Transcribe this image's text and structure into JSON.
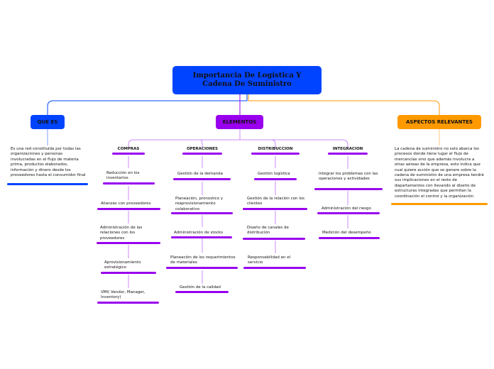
{
  "root": {
    "title": "Importancia De Logística  Y Cadena De Suministro"
  },
  "topics": {
    "que_es": "QUE ES",
    "elementos": "ELEMENTOS",
    "aspectos": "ASPECTOS RELEVANTES"
  },
  "que_es_text": "Es una red constituida por todas las organizaciones y personas involucradas en el flujo de materia prima, productos elaborados, información y dinero desde los proveedores hasta el consumidor final",
  "aspectos_text": "La cadena de suministro no solo abarca los procesos donde tiene lugar el flujo de mercancías sino que además involucra a otras aéreas de la empresa, esto indica que cual quiere acción que se genere sobre la cadena de suministro de una empresa tendrá sus implicaciones en el resto de departamentos con llevando al diseño de estructuras integradas que permitan la coordinación el control y la organización",
  "elementos": {
    "compras": {
      "label": "COMPRAS",
      "items": [
        "Reducción en los inventarios",
        "Alianzas con proveedores",
        "Administración de las relaciones con los proveedores",
        "Aprovisionamiento estratégico",
        "VMI( Vendor, Manager, Inventory)"
      ]
    },
    "operaciones": {
      "label": "OPERACIONES",
      "items": [
        "Gestión de la demanda",
        "Planeación, pronostico y reaprovisionamiento colaborativo",
        "Administración de stocks",
        "Planeación de los requerimientos de materiales",
        "Gestión de la calidad"
      ]
    },
    "distribuccion": {
      "label": "DISTRIBUCCION",
      "items": [
        "Gestión logística",
        "Gestión de la relación con los clientes",
        "Diseño de canales de distribución",
        "Responsabilidad en el servicio"
      ]
    },
    "integracion": {
      "label": "INTEGRACION",
      "items": [
        "Integrar los problemas con las operaciones y actividades",
        "Administración del riesgo",
        "Medición del desempeño"
      ]
    }
  }
}
